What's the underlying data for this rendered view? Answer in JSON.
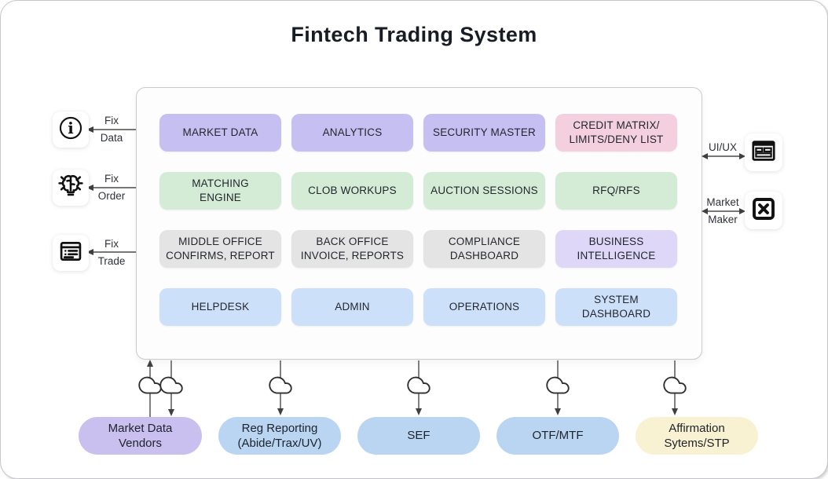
{
  "title": "Fintech Trading System",
  "system": {
    "boxes": [
      {
        "label": "MARKET DATA",
        "bg": "#c6c0f2"
      },
      {
        "label": "ANALYTICS",
        "bg": "#c6c0f2"
      },
      {
        "label": "SECURITY MASTER",
        "bg": "#c6c0f2"
      },
      {
        "label": "CREDIT MATRIX/\nLIMITS/DENY LIST",
        "bg": "#f4d0df"
      },
      {
        "label": "MATCHING\nENGINE",
        "bg": "#d4ecd6"
      },
      {
        "label": "CLOB WORKUPS",
        "bg": "#d4ecd6"
      },
      {
        "label": "AUCTION SESSIONS",
        "bg": "#d4ecd6"
      },
      {
        "label": "RFQ/RFS",
        "bg": "#d4ecd6"
      },
      {
        "label": "MIDDLE OFFICE\nCONFIRMS, REPORT",
        "bg": "#e4e4e4"
      },
      {
        "label": "BACK OFFICE\nINVOICE, REPORTS",
        "bg": "#e4e4e4"
      },
      {
        "label": "COMPLIANCE\nDASHBOARD",
        "bg": "#e4e4e4"
      },
      {
        "label": "BUSINESS\nINTELLIGENCE",
        "bg": "#ded7f8"
      },
      {
        "label": "HELPDESK",
        "bg": "#cde0fa"
      },
      {
        "label": "ADMIN",
        "bg": "#cde0fa"
      },
      {
        "label": "OPERATIONS",
        "bg": "#cde0fa"
      },
      {
        "label": "SYSTEM\nDASHBOARD",
        "bg": "#cde0fa"
      }
    ]
  },
  "left_links": [
    {
      "icon": "info-icon",
      "top": "Fix",
      "bottom": "Data"
    },
    {
      "icon": "brain-idea-icon",
      "top": "Fix",
      "bottom": "Order"
    },
    {
      "icon": "trade-form-icon",
      "top": "Fix",
      "bottom": "Trade"
    }
  ],
  "right_links": [
    {
      "icon": "browser-window-icon",
      "top": "UI/UX",
      "bottom": ""
    },
    {
      "icon": "close-square-icon",
      "top": "Market",
      "bottom": "Maker"
    }
  ],
  "external_nodes": [
    {
      "label": "Market Data\nVendors",
      "bg": "#c9c0ef"
    },
    {
      "label": "Reg Reporting\n(Abide/Trax/UV)",
      "bg": "#b9d5f2"
    },
    {
      "label": "SEF",
      "bg": "#b9d5f2"
    },
    {
      "label": "OTF/MTF",
      "bg": "#b9d5f2"
    },
    {
      "label": "Affirmation\nSytems/STP",
      "bg": "#f9f2d2"
    }
  ],
  "line_color": "#4a4a4a"
}
